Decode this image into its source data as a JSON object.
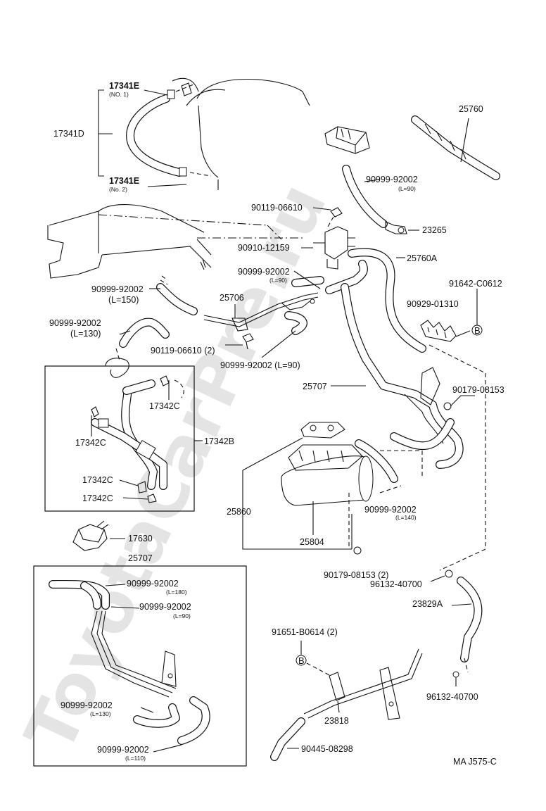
{
  "watermark": "ToyotaCarPre.ru",
  "code": "MA  J575-C",
  "labels": {
    "l17341e_1": "17341E",
    "l17341e_1_sub": "(NO. 1)",
    "l17341d": "17341D",
    "l17341e_2": "17341E",
    "l17341e_2_sub": "(No. 2)",
    "l25760": "25760",
    "l90999_90a": "90999-92002",
    "l90999_90a_sub": "(L=90)",
    "l23265": "23265",
    "l90119_06610": "90119-06610",
    "l90910_12159": "90910-12159",
    "l25760a": "25760A",
    "l90999_90b": "90999-92002",
    "l90999_90b_sub": "(L=90)",
    "l91642": "91642-C0612",
    "l90999_150a": "90999-92002",
    "l90999_150b": "(L=150)",
    "l25706": "25706",
    "l90929": "90929-01310",
    "l90999_130a": "90999-92002",
    "l90999_130b": "(L=130)",
    "l90119_2": "90119-06610 (2)",
    "l90999_90c": "90999-92002 (L=90)",
    "l25707": "25707",
    "l90179_1": "90179-08153",
    "l17342c_a": "17342C",
    "l17342c_b": "17342C",
    "l17342b": "17342B",
    "l17342c_c": "17342C",
    "l17342c_d": "17342C",
    "l25860": "25860",
    "l90999_140a": "90999-92002",
    "l90999_140b": "(L=140)",
    "l17630": "17630",
    "l25804": "25804",
    "l25707b": "25707",
    "l90179_2": "90179-08153  (2)",
    "l96132_a": "96132-40700",
    "l90999_180a": "90999-92002",
    "l90999_180b": "(L=180)",
    "l23829a": "23829A",
    "l90999_90d": "90999-92002",
    "l90999_90d_sub": "(L=90)",
    "l91651": "91651-B0614 (2)",
    "l96132_b": "96132-40700",
    "l23818": "23818",
    "l90999_130c": "90999-92002",
    "l90999_130d": "(L=130)",
    "l90445": "90445-08298",
    "l90999_110a": "90999-92002",
    "l90999_110b": "(L=110)",
    "b_mark1": "B",
    "b_mark2": "B"
  }
}
